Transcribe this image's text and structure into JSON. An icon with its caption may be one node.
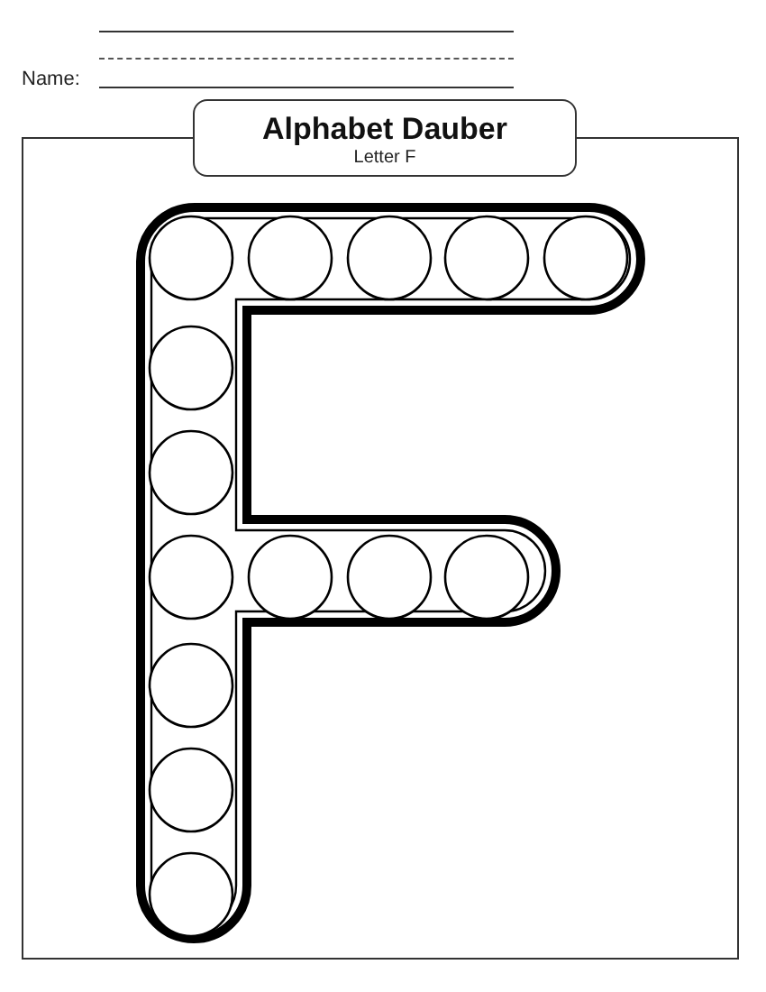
{
  "diagram": {
    "title": "Alphabet Dauber",
    "labels": [
      "Name:",
      "Letter F"
    ]
  }
}
